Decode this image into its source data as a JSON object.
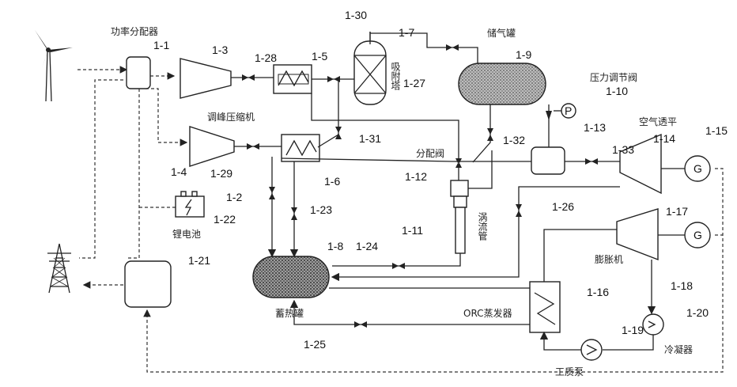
{
  "labels": {
    "power_distributor": "功率分配器",
    "peak_compressor": "调峰压缩机",
    "battery": "锂电池",
    "adsorption_tower": "吸附塔",
    "gas_tank": "储气罐",
    "pressure_valve": "压力调节阀",
    "air_turbine": "空气透平",
    "distribution_valve": "分配阀",
    "vortex_tube": "涡流管",
    "heat_tank": "蓄热罐",
    "orc_evaporator": "ORC蒸发器",
    "expander": "膨胀机",
    "condenser": "冷凝器",
    "working_pump": "工质泵",
    "p_symbol": "P",
    "g_symbol_1": "G",
    "g_symbol_2": "G"
  },
  "component_numbers": {
    "n1_1": "1-1",
    "n1_2": "1-2",
    "n1_3": "1-3",
    "n1_4": "1-4",
    "n1_5": "1-5",
    "n1_6": "1-6",
    "n1_7": "1-7",
    "n1_8": "1-8",
    "n1_9": "1-9",
    "n1_10": "1-10",
    "n1_11": "1-11",
    "n1_12": "1-12",
    "n1_13": "1-13",
    "n1_14": "1-14",
    "n1_15": "1-15",
    "n1_16": "1-16",
    "n1_17": "1-17",
    "n1_18": "1-18",
    "n1_19": "1-19",
    "n1_20": "1-20",
    "n1_21": "1-21",
    "n1_22": "1-22",
    "n1_23": "1-23",
    "n1_24": "1-24",
    "n1_25": "1-25",
    "n1_26": "1-26",
    "n1_27": "1-27",
    "n1_28": "1-28",
    "n1_29": "1-29",
    "n1_30": "1-30",
    "n1_31": "1-31",
    "n1_32": "1-32",
    "n1_33": "1-33"
  },
  "colors": {
    "line": "#222222",
    "tank_fill": "#9a9a9a"
  }
}
